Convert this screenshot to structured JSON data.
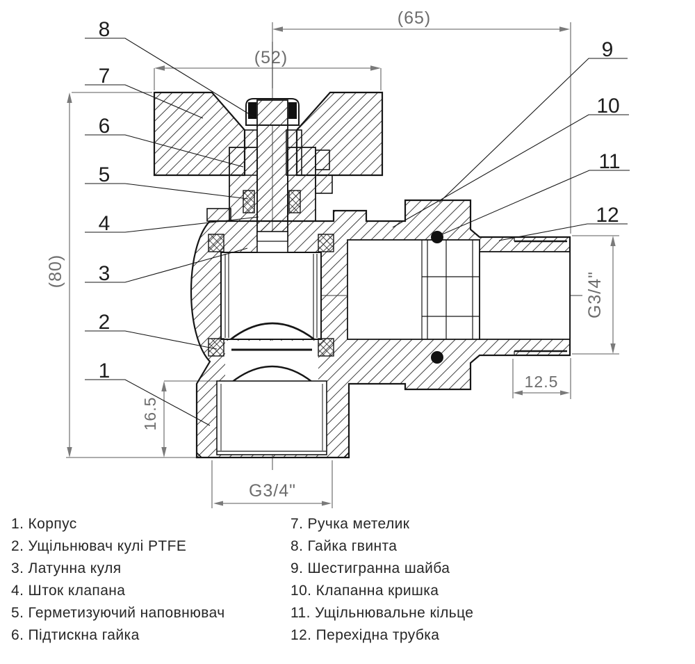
{
  "drawing": {
    "callouts": [
      "1",
      "2",
      "3",
      "4",
      "5",
      "6",
      "7",
      "8",
      "9",
      "10",
      "11",
      "12"
    ],
    "dimensions": {
      "overall_width": "(65)",
      "handle_width": "(52)",
      "overall_height": "(80)",
      "outlet_depth": "16.5",
      "outlet_thread": "G3/4\"",
      "pipe_thread_length": "12.5",
      "pipe_thread": "G3/4\""
    }
  },
  "legend": {
    "left": [
      "1. Корпус",
      "2. Ущільнювач кулі PTFE",
      "3. Латунна куля",
      "4. Шток клапана",
      "5. Герметизуючий наповнювач",
      "6. Підтискна гайка"
    ],
    "right": [
      "7. Ручка метелик",
      "8. Гайка гвинта",
      "9. Шестигранна шайба",
      "10. Клапанна кришка",
      "11. Ущільнювальне кільце",
      "12. Перехідна трубка"
    ]
  },
  "colors": {
    "line": "#161616",
    "dimension": "#7a7a7a",
    "background": "#ffffff"
  }
}
